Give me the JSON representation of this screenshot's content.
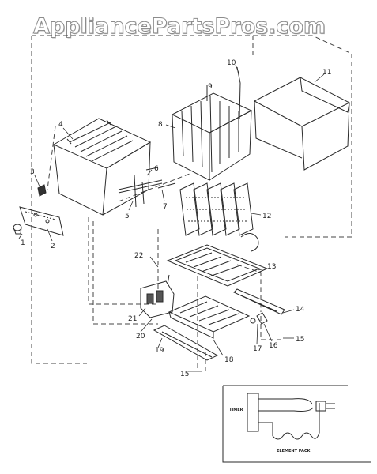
{
  "watermark": "AppliancePartsPros.com",
  "callouts": [
    "1",
    "2",
    "3",
    "4",
    "5",
    "6",
    "7",
    "8",
    "9",
    "10",
    "11",
    "12",
    "13",
    "14",
    "15",
    "15",
    "16",
    "17",
    "18",
    "19",
    "20",
    "21",
    "22"
  ],
  "inset": {
    "timer_label": "TIMER",
    "element_label": "ELEMENT PACK"
  },
  "colors": {
    "line": "#2a2a2a",
    "dash": "#444444",
    "watermark_stroke": "#8c8c8c"
  }
}
